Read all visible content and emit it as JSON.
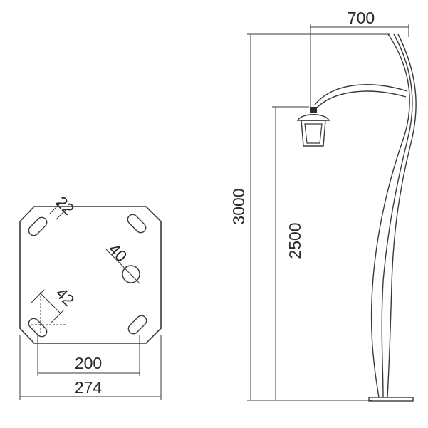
{
  "base_plate": {
    "dim_hole_spacing": "200",
    "dim_overall_width": "274",
    "dim_bolt_slot": "22",
    "dim_center_hole": "40",
    "dim_slot_length": "42"
  },
  "elevation": {
    "dim_arm_reach": "700",
    "dim_total_height": "3000",
    "dim_lamp_height": "2500"
  }
}
